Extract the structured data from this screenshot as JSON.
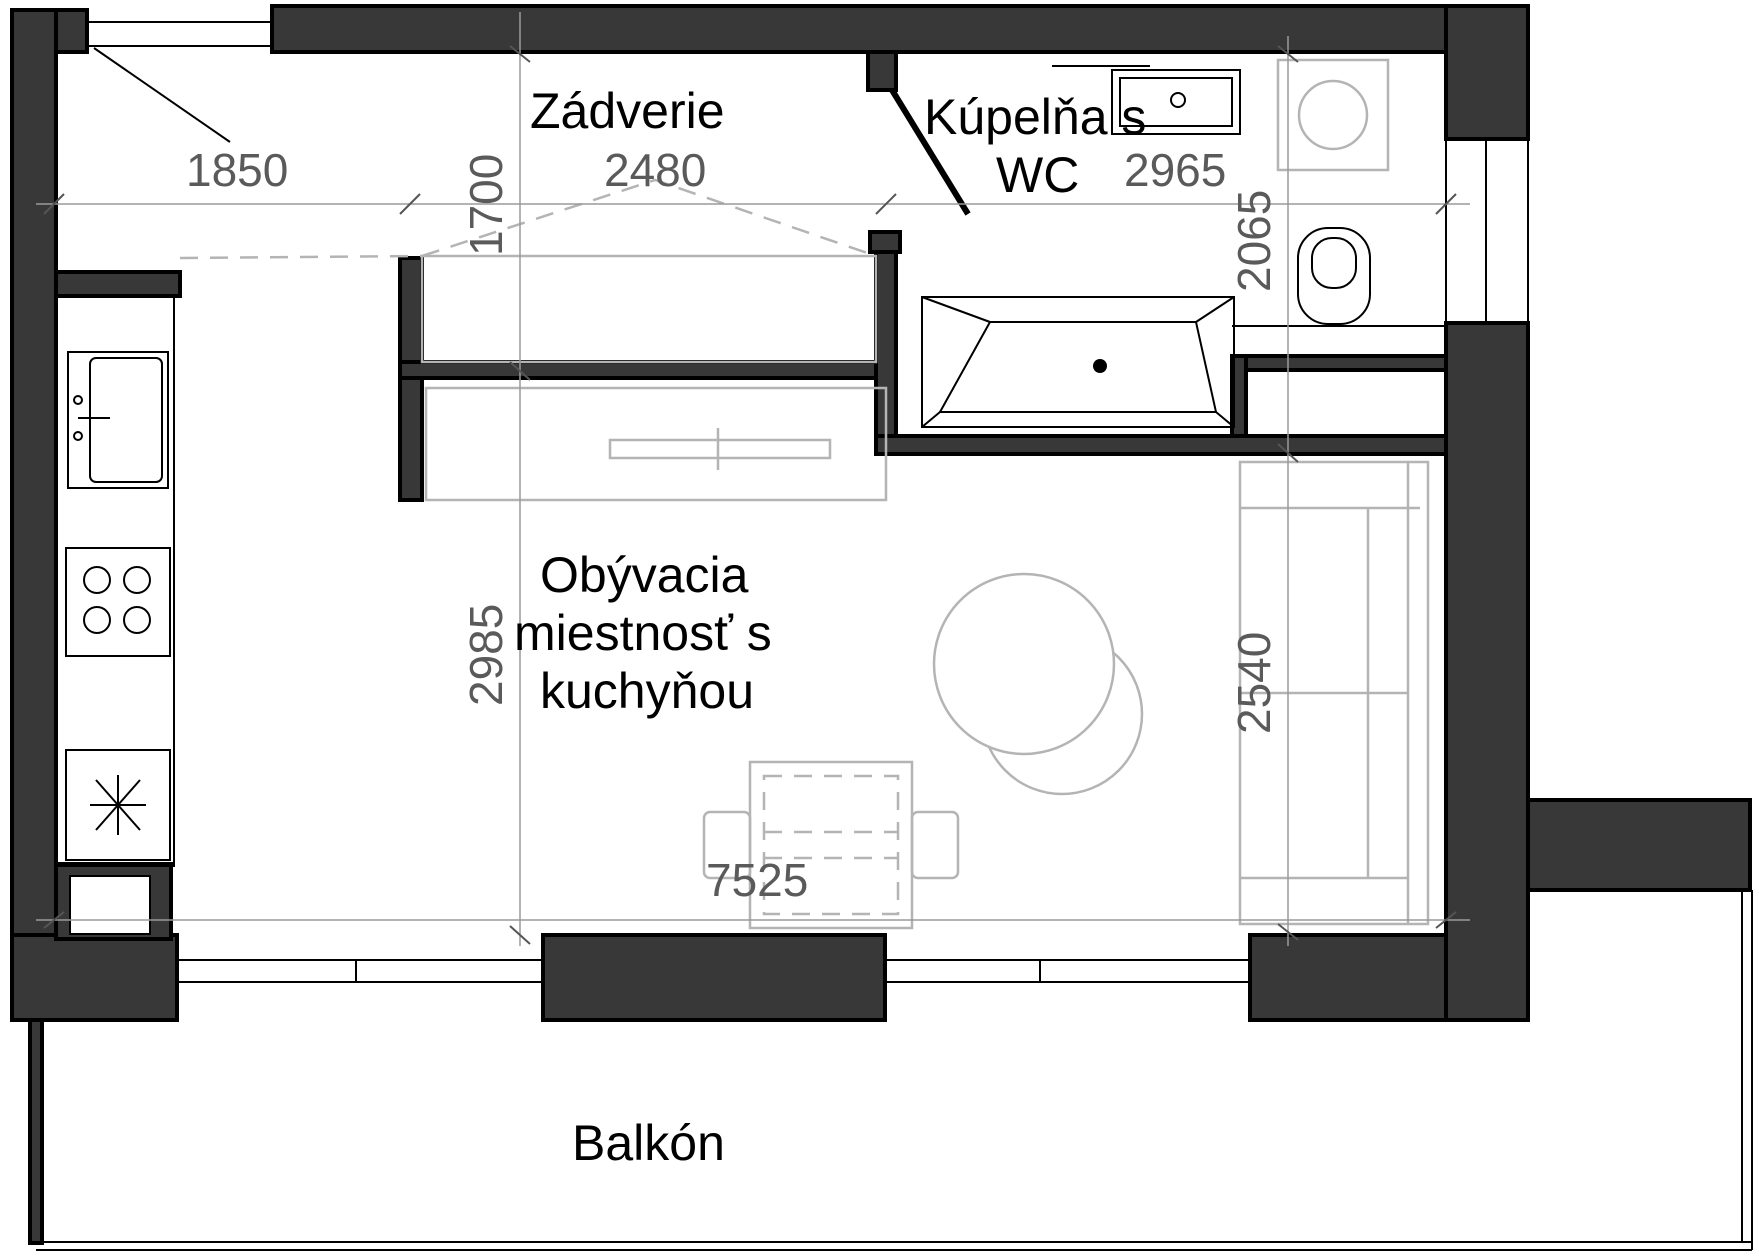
{
  "rooms": {
    "hallway": "Zádverie",
    "bathroom_line1": "Kúpelňa s",
    "bathroom_line2": "WC",
    "living_line1": "Obývacia",
    "living_line2": "miestnosť s",
    "living_line3": "kuchyňou",
    "balcony": "Balkón"
  },
  "dimensions": {
    "d1850": "1850",
    "d2480": "2480",
    "d1700": "1700",
    "d2965": "2965",
    "d2065": "2065",
    "d2985": "2985",
    "d2540": "2540",
    "d7525": "7525"
  },
  "colors": {
    "wall_fill": "#383838",
    "furniture": "#b4b4b4",
    "dimension_text": "#5a5a5a"
  }
}
